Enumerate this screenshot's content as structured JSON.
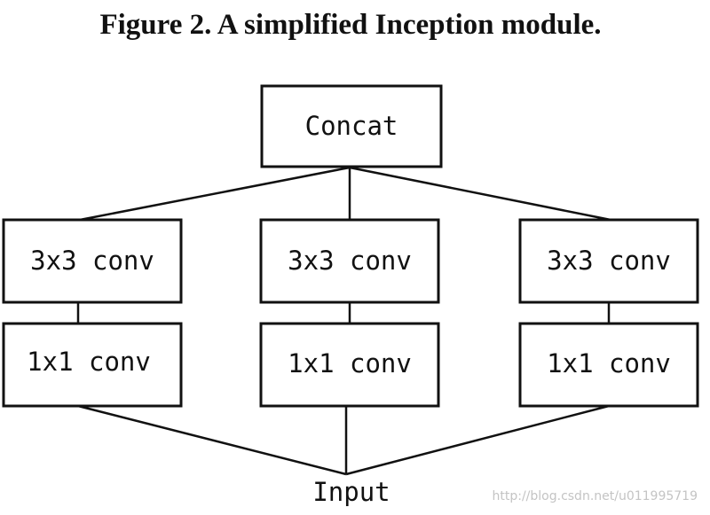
{
  "caption": "Figure 2. A simplified Inception module.",
  "nodes": {
    "concat": "Concat",
    "branches": [
      {
        "top": "3x3 conv",
        "bottom": "1x1 conv"
      },
      {
        "top": "3x3 conv",
        "bottom": "1x1 conv"
      },
      {
        "top": "3x3 conv",
        "bottom": "1x1 conv"
      }
    ],
    "input": "Input"
  },
  "watermark": "http://blog.csdn.net/u011995719"
}
